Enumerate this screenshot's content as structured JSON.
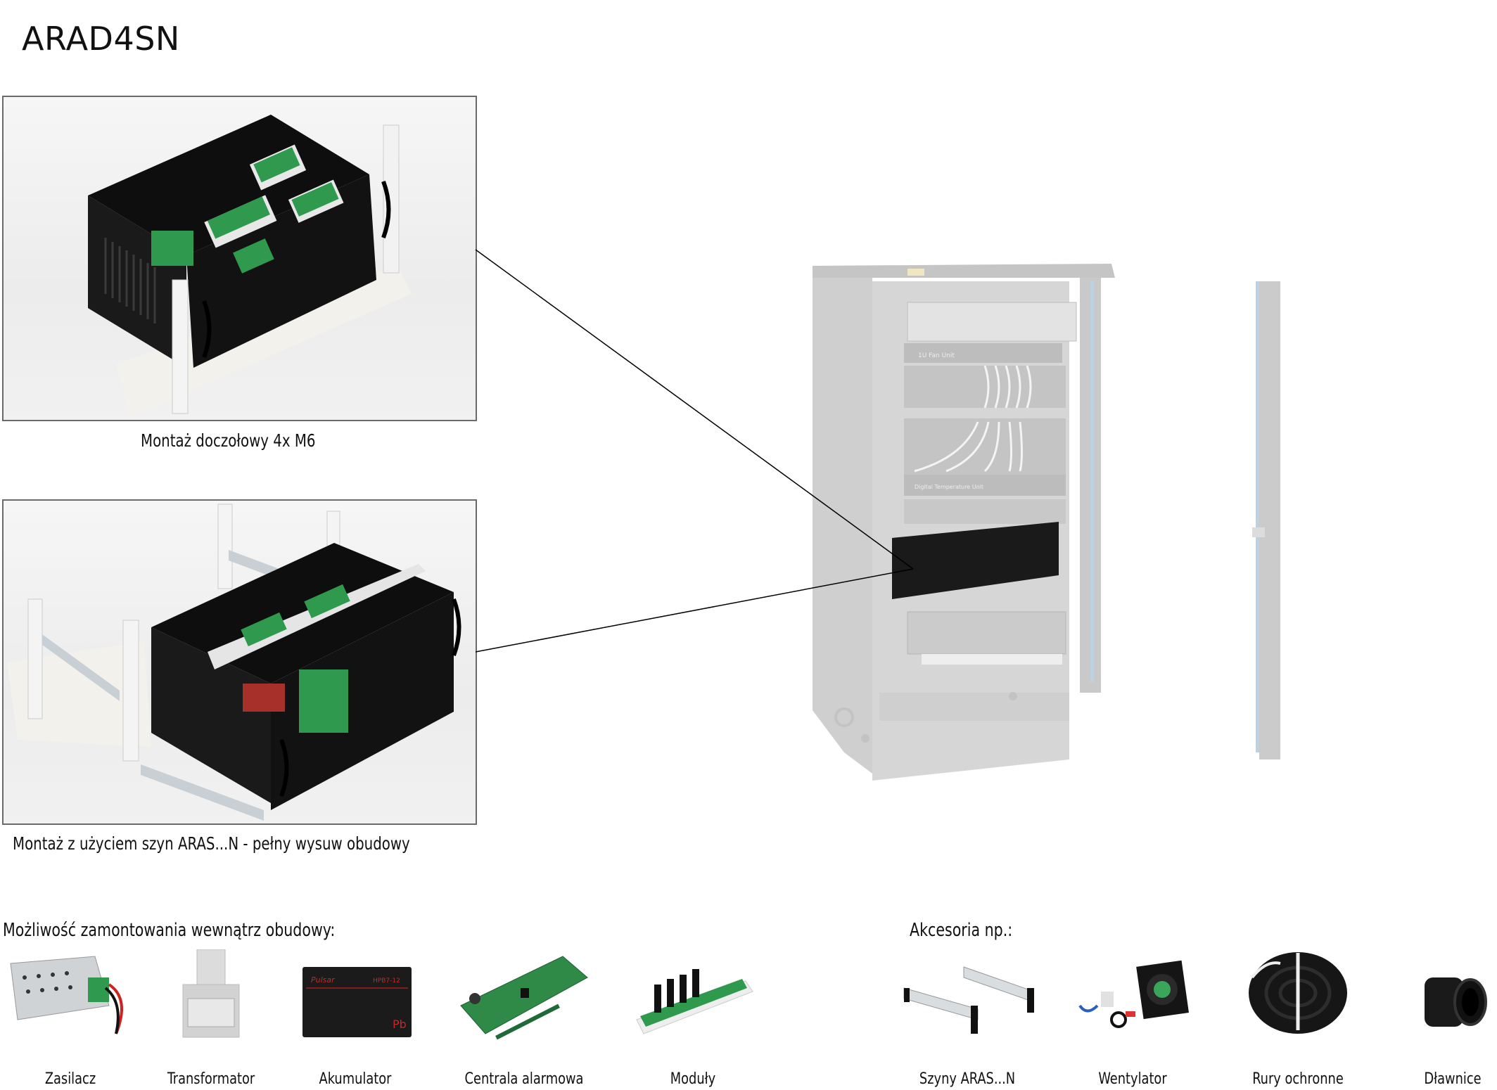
{
  "title": "ARAD4SN",
  "mounting": [
    {
      "caption": "Montaż doczołowy 4x M6",
      "image": "enclosure-front-mount-photo"
    },
    {
      "caption": "Montaż z użyciem szyn ARAS...N - pełny wysuw obudowy",
      "image": "enclosure-rail-mount-photo"
    }
  ],
  "rack": {
    "image": "rack-cabinet-photo",
    "labels": [
      "1U Fan Unit",
      "Digital Temperature Unit"
    ],
    "brand": "Pulsar"
  },
  "inside": {
    "heading": "Możliwość zamontowania wewnątrz obudowy:",
    "items": [
      {
        "label": "Zasilacz",
        "icon": "power-supply-icon"
      },
      {
        "label": "Transformator",
        "icon": "transformer-icon"
      },
      {
        "label": "Akumulator",
        "icon": "battery-icon",
        "battery_brand": "Pulsar",
        "battery_model": "HPB7-12"
      },
      {
        "label": "Centrala alarmowa",
        "icon": "alarm-panel-icon"
      },
      {
        "label": "Moduły",
        "icon": "modules-icon"
      }
    ]
  },
  "accessories": {
    "heading": "Akcesoria np.:",
    "items": [
      {
        "label": "Szyny ARAS...N",
        "icon": "rails-icon"
      },
      {
        "label": "Wentylator",
        "icon": "fan-icon"
      },
      {
        "label": "Rury ochronne",
        "icon": "conduit-icon"
      },
      {
        "label": "Dławnice",
        "icon": "cable-gland-icon"
      }
    ]
  },
  "colors": {
    "enclosure": "#161616",
    "rack": "#cfcfcf",
    "pcb_green": "#2f9a4e",
    "frame": "#6a6a6a"
  }
}
